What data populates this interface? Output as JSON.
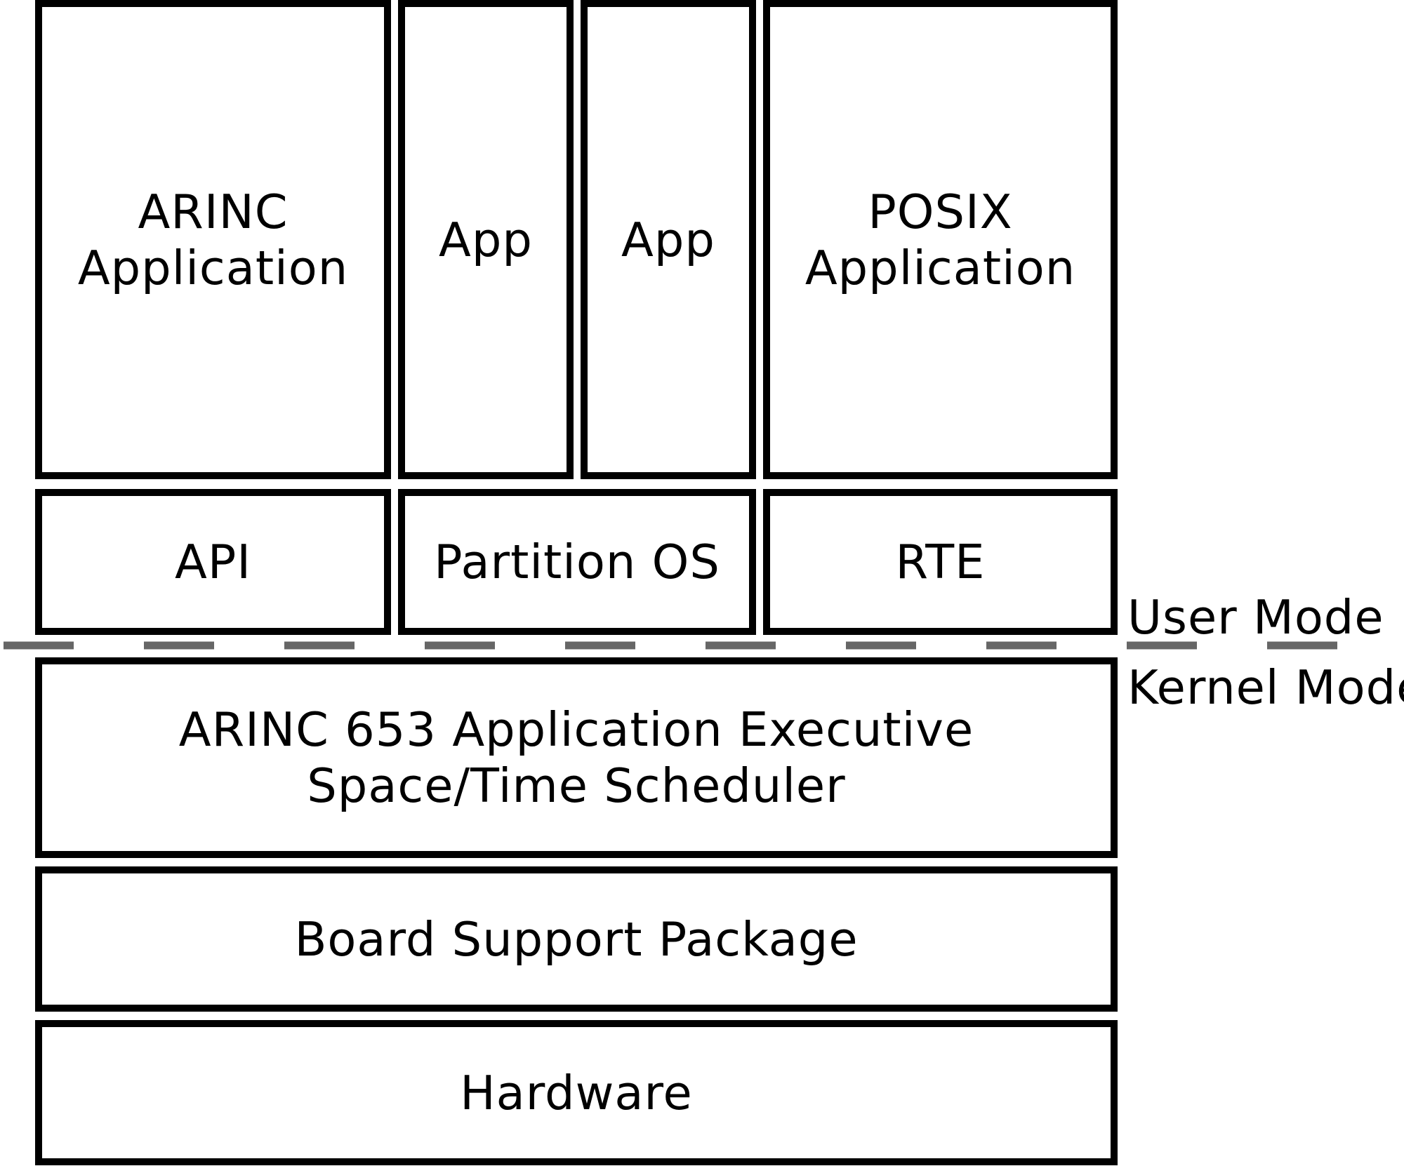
{
  "layers": {
    "applications": {
      "arinc_app": "ARINC\nApplication",
      "app_1": "App",
      "app_2": "App",
      "posix_app": "POSIX\nApplication"
    },
    "runtimes": {
      "api": "API",
      "partition_os": "Partition OS",
      "rte": "RTE"
    },
    "kernel": {
      "executive": "ARINC 653 Application Executive\nSpace/Time Scheduler",
      "bsp": "Board Support Package",
      "hardware": "Hardware"
    }
  },
  "modes": {
    "user": "User Mode",
    "kernel": "Kernel Mode"
  },
  "colors": {
    "border": "#000000",
    "divider": "#666666"
  }
}
